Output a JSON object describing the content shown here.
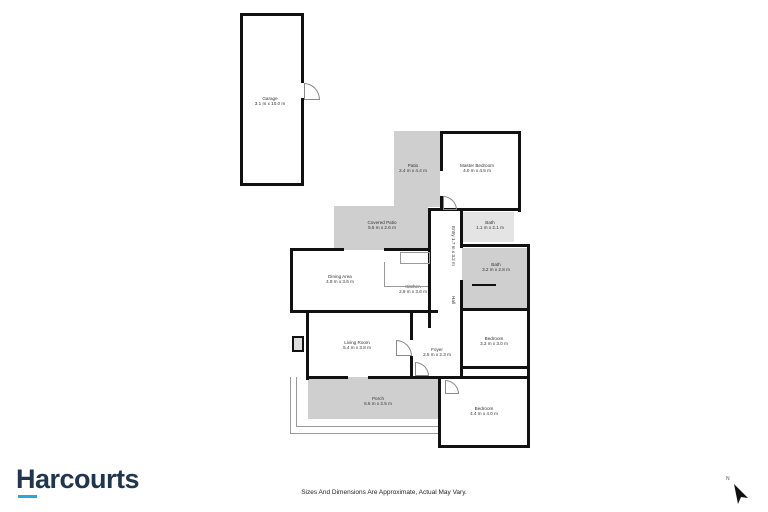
{
  "floorplan": {
    "rooms": [
      {
        "name": "Garage",
        "dims": "3.1 m x 10.0 m"
      },
      {
        "name": "Patio",
        "dims": "2.4 m x 4.4 m"
      },
      {
        "name": "Master Bedroom",
        "dims": "4.0 m x 4.5 m"
      },
      {
        "name": "Covered Patio",
        "dims": "5.5 m x 2.6 m"
      },
      {
        "name": "Bath",
        "dims": "1.1 m x 2.1 m"
      },
      {
        "name": "Entry",
        "dims": "1.7 m x 3.2 m"
      },
      {
        "name": "Bath",
        "dims": "3.2 m x 2.8 m"
      },
      {
        "name": "Dining Area",
        "dims": "4.9 m x 3.6 m"
      },
      {
        "name": "Kitchen",
        "dims": "2.9 m x 3.6 m"
      },
      {
        "name": "Hall",
        "dims": ""
      },
      {
        "name": "Living Room",
        "dims": "5.4 m x 3.8 m"
      },
      {
        "name": "Foyer",
        "dims": "2.5 m x 2.3 m"
      },
      {
        "name": "Bedroom",
        "dims": "3.3 m x 3.0 m"
      },
      {
        "name": "Porch",
        "dims": "6.6 m x 2.5 m"
      },
      {
        "name": "Bedroom",
        "dims": "4.4 m x 4.0 m"
      }
    ],
    "colors": {
      "wall": "#111111",
      "outdoor_fill": "#cfcfcf",
      "room_fill": "#ffffff"
    }
  },
  "branding": {
    "logo_text": "Harcourts",
    "logo_color": "#1f3550",
    "logo_accent": "#2aa6e0"
  },
  "footer": {
    "disclaimer": "Sizes And Dimensions Are Approximate, Actual May Vary."
  },
  "compass": {
    "label": "N",
    "icon": "north-arrow-icon"
  }
}
